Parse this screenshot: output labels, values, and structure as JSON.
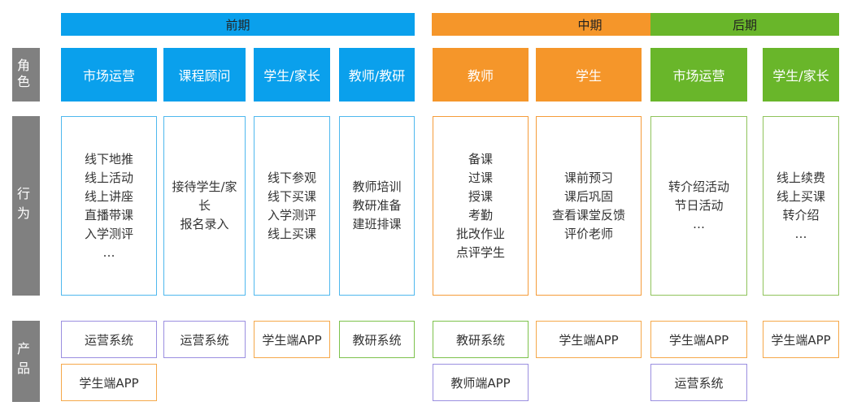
{
  "phases": [
    "前期",
    "中期",
    "后期"
  ],
  "side_labels": {
    "role": "角色",
    "behavior": "行为",
    "product": "产品"
  },
  "roles": [
    "市场运营",
    "课程顾问",
    "学生/家长",
    "教师/教研",
    "教师",
    "学生",
    "市场运营",
    "学生/家长"
  ],
  "behaviors": [
    [
      "线下地推",
      "线上活动",
      "线上讲座",
      "直播带课",
      "入学测评",
      "…"
    ],
    [
      "接待学生/家",
      "长",
      "报名录入"
    ],
    [
      "线下参观",
      "线下买课",
      "入学测评",
      "线上买课"
    ],
    [
      "教师培训",
      "教研准备",
      "建班排课"
    ],
    [
      "备课",
      "过课",
      "授课",
      "考勤",
      "批改作业",
      "点评学生"
    ],
    [
      "课前预习",
      "课后巩固",
      "查看课堂反馈",
      "评价老师"
    ],
    [
      "转介绍活动",
      "节日活动",
      "…"
    ],
    [
      "线上续费",
      "线上买课",
      "转介绍",
      "…"
    ]
  ],
  "products": [
    [
      "运营系统",
      "学生端APP"
    ],
    [
      "运营系统"
    ],
    [
      "学生端APP"
    ],
    [
      "教研系统"
    ],
    [
      "教研系统",
      "教师端APP"
    ],
    [
      "学生端APP"
    ],
    [
      "学生端APP",
      "运营系统"
    ],
    [
      "学生端APP"
    ]
  ],
  "colors": {
    "early": "#0aa0ec",
    "mid": "#f5962a",
    "late": "#69b62a",
    "side": "#808080",
    "product_purple": "#9b8fe0"
  }
}
